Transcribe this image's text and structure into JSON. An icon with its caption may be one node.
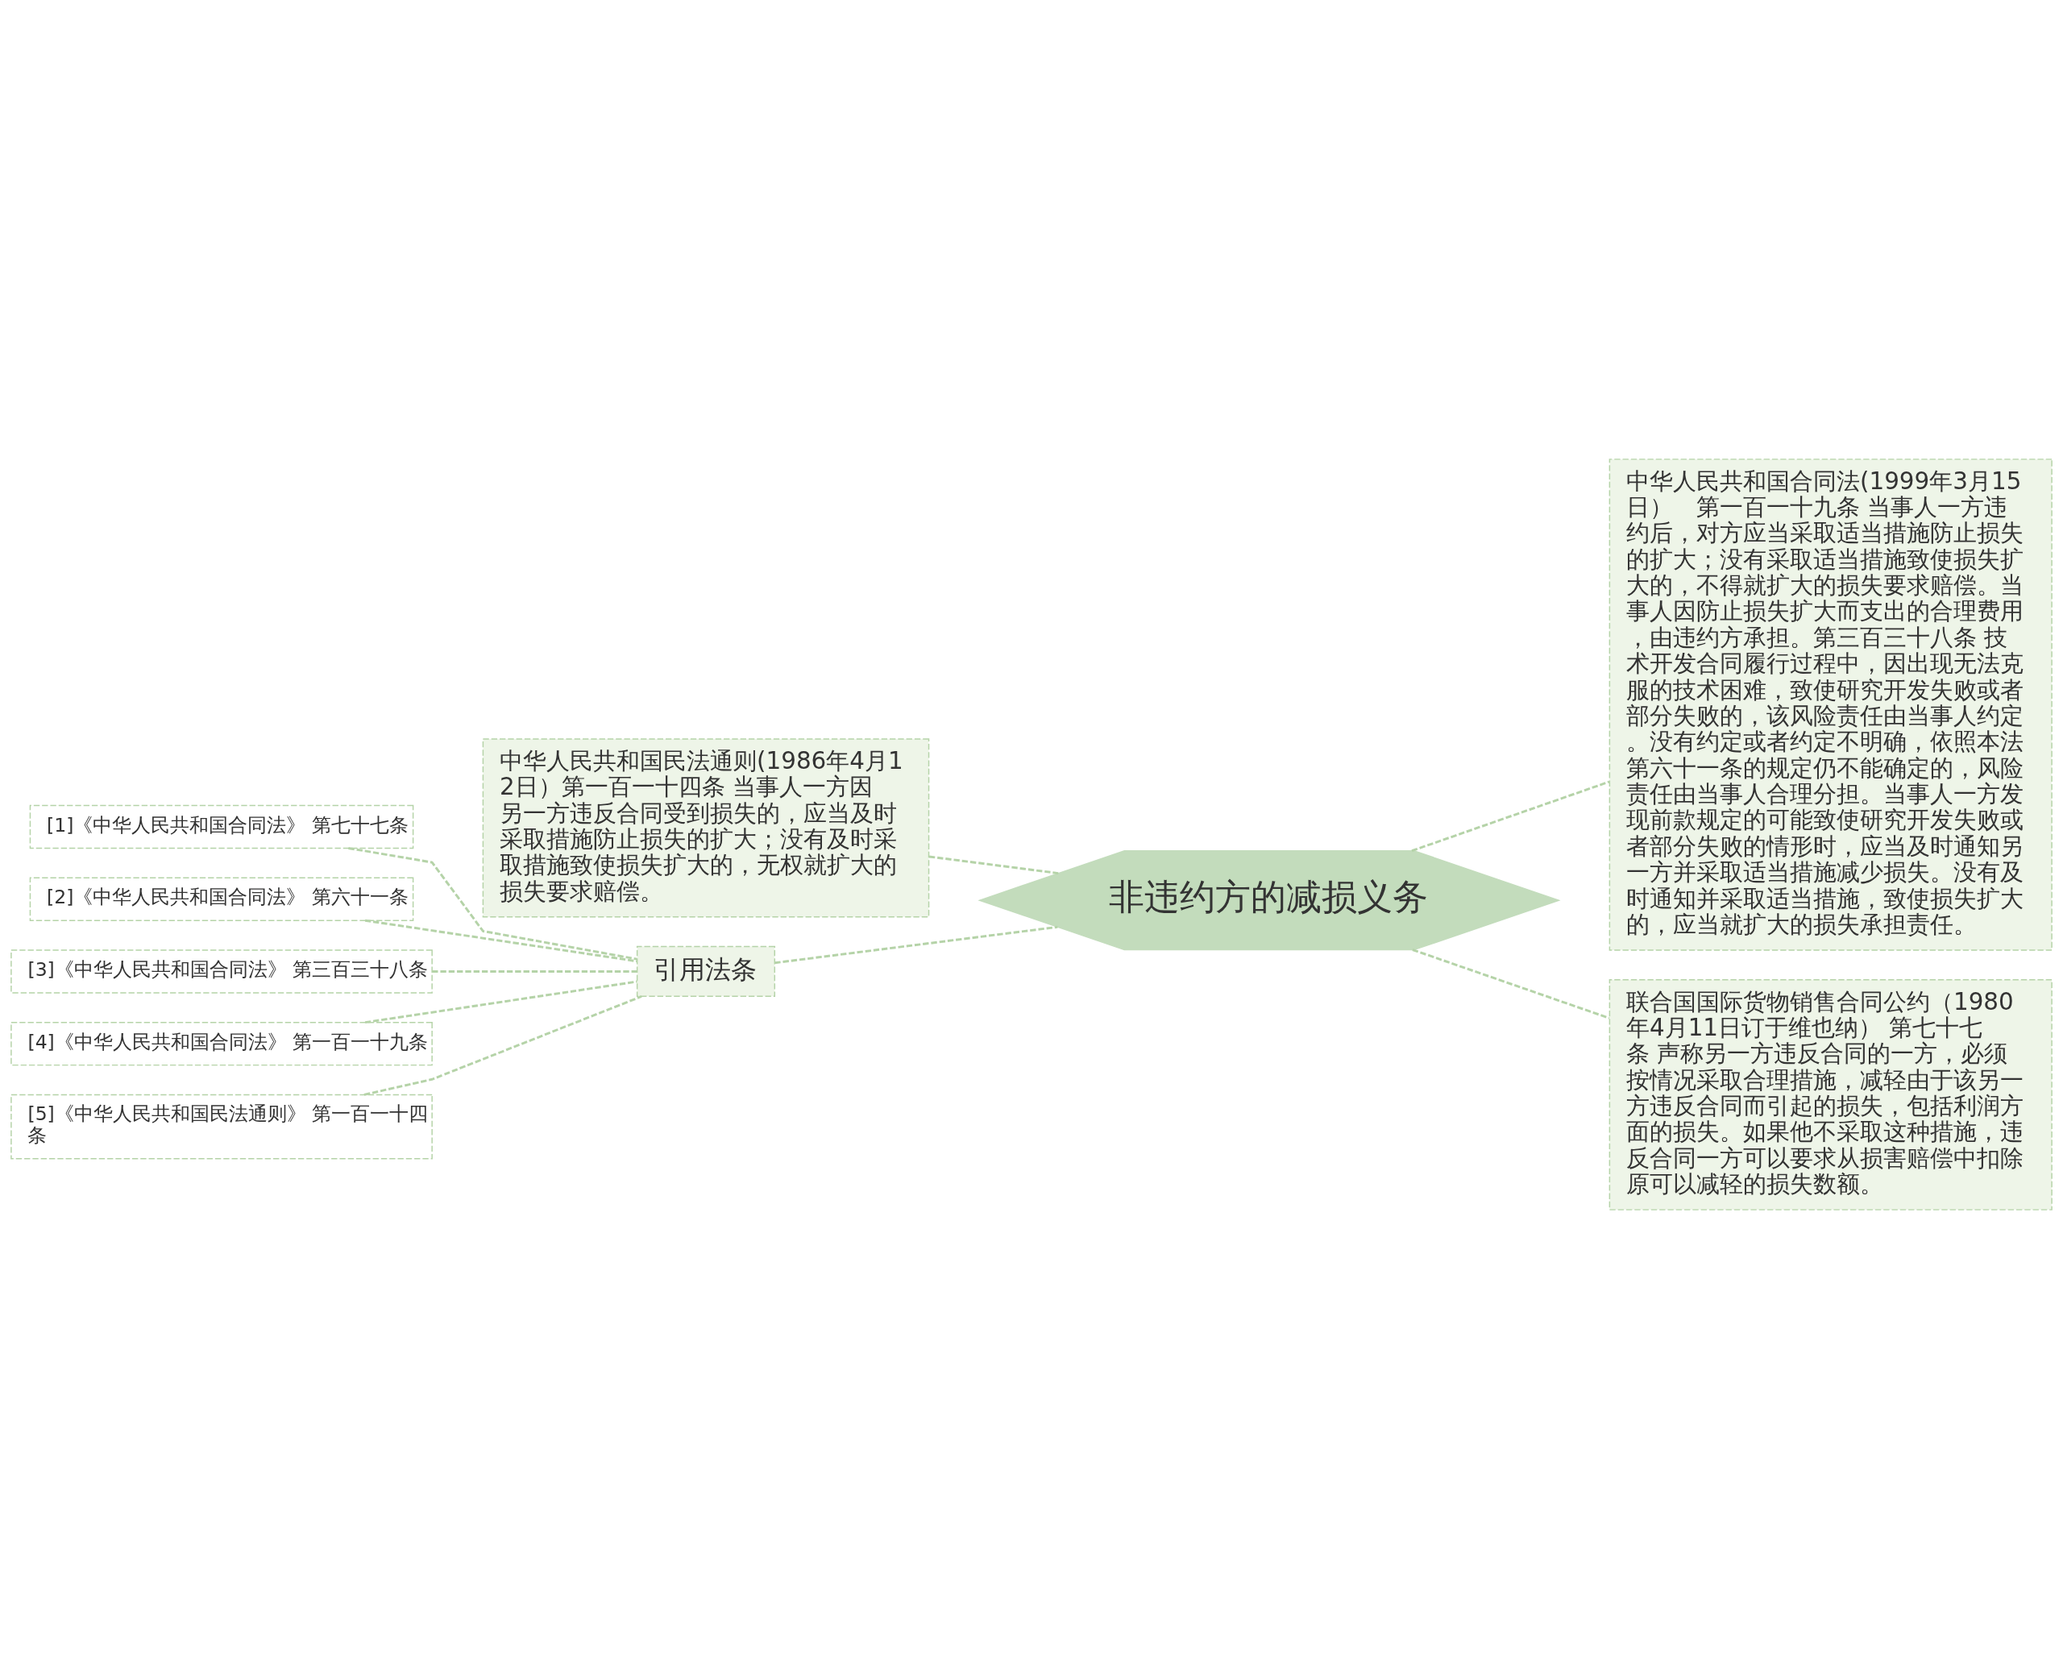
{
  "diagram": {
    "nodes": [
      {
        "text": [
          "非违约方的减损义务"
        ]
      },
      {
        "text": [
          "中华人民共和国民法通则(1986年4月12日）第一百一十四条 当事人一方因另一方违反合同受到损失的，应当及时采取措施防止损失的扩大；没有及时采取措施致使损失扩大的，无权就扩大的损失要求赔偿。"
        ]
      },
      {
        "text": [
          "引用法条"
        ]
      },
      {
        "text": [
          "[1]《中华人民共和国合同法》 第七十七条"
        ]
      },
      {
        "text": [
          "[2]《中华人民共和国合同法》 第六十一条"
        ]
      },
      {
        "text": [
          "[3]《中华人民共和国合同法》 第三百三十八条"
        ]
      },
      {
        "text": [
          "[4]《中华人民共和国合同法》 第一百一十九条"
        ]
      },
      {
        "text": [
          "[5]《中华人民共和国民法通则》 第一百一十四条"
        ]
      },
      {
        "text": [
          "中华人民共和国合同法(1999年3月15日）　第一百一十九条 当事人一方违约后，对方应当采取适当措施防止损失的扩大；没有采取适当措施致使损失扩大的，不得就扩大的损失要求赔偿。当事人因防止损失扩大而支出的合理费用，由违约方承担。第三百三十八条 技术开发合同履行过程中，因出现无法克服的技术困难，致使研究开发失败或者部分失败的，该风险责任由当事人约定。没有约定或者约定不明确，依照本法第六十一条的规定仍不能确定的，风险责任由当事人合理分担。当事人一方发现前款规定的可能致使研究开发失败或者部分失败的情形时，应当及时通知另一方并采取适当措施减少损失。没有及时通知并采取适当措施，致使损失扩大的，应当就扩大的损失承担责任。"
        ]
      },
      {
        "text": [
          "联合国国际货物销售合同公约（1980年4月11日订于维也纳） 第七十七条 声称另一方违反合同的一方，必须按情况采取合理措施，减轻由于该另一方违反合同而引起的损失，包括利润方面的损失。如果他不采取这种措施，违反合同一方可以要求从损害赔偿中扣除原可以减轻的损失数额。"
        ]
      }
    ],
    "edges": [
      {
        "from": 1,
        "to": 0,
        "arrow": "none",
        "style": "dashed"
      },
      {
        "from": 2,
        "to": 0,
        "arrow": "none",
        "style": "dashed"
      },
      {
        "from": 3,
        "to": 2,
        "arrow": "none",
        "style": "dashed"
      },
      {
        "from": 4,
        "to": 2,
        "arrow": "none",
        "style": "dashed"
      },
      {
        "from": 5,
        "to": 2,
        "arrow": "none",
        "style": "dashed"
      },
      {
        "from": 6,
        "to": 2,
        "arrow": "none",
        "style": "dashed"
      },
      {
        "from": 7,
        "to": 2,
        "arrow": "none",
        "style": "dashed"
      },
      {
        "from": 0,
        "to": 8,
        "arrow": "none",
        "style": "dashed"
      },
      {
        "from": 0,
        "to": 9,
        "arrow": "none",
        "style": "dashed"
      }
    ]
  }
}
